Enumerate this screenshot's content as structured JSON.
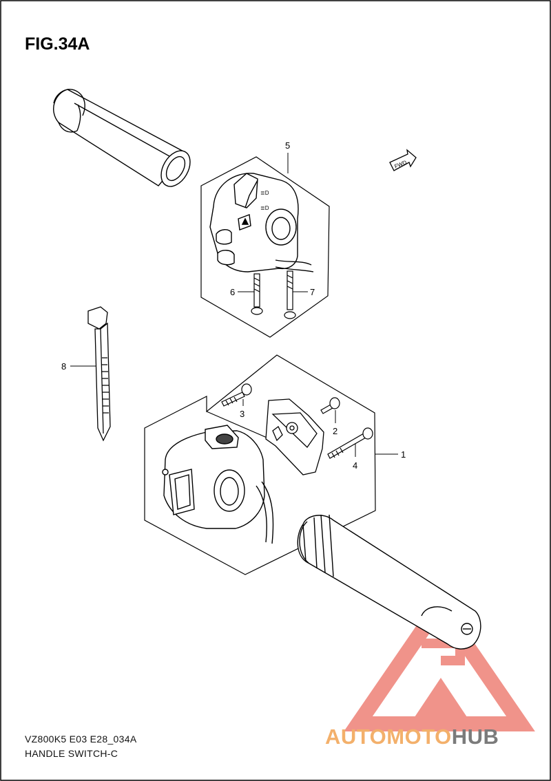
{
  "figure": {
    "title": "FIG.34A"
  },
  "fwd_label": "FWD",
  "callouts": [
    {
      "id": "callout-5",
      "label": "5"
    },
    {
      "id": "callout-6",
      "label": "6"
    },
    {
      "id": "callout-7",
      "label": "7"
    },
    {
      "id": "callout-8",
      "label": "8"
    },
    {
      "id": "callout-3",
      "label": "3"
    },
    {
      "id": "callout-2",
      "label": "2"
    },
    {
      "id": "callout-1",
      "label": "1"
    },
    {
      "id": "callout-4",
      "label": "4"
    }
  ],
  "footer": {
    "code": "VZ800K5 E03 E28_034A",
    "name": "HANDLE SWITCH-C"
  },
  "watermark": {
    "text_a": "AUTO",
    "text_b": "MOTO",
    "text_c": "HUB",
    "colors": {
      "orange": "#f3b06b",
      "red": "#e8403a",
      "gray": "#7b7b7b"
    }
  }
}
